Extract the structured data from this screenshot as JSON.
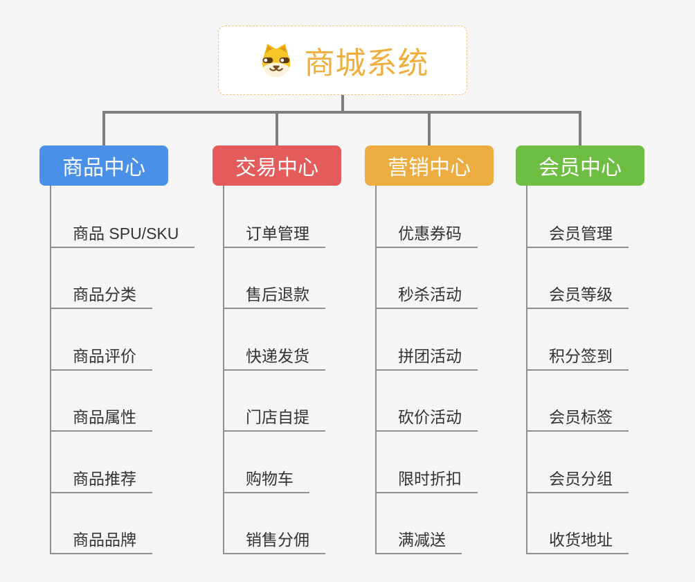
{
  "root": {
    "title": "商城系统",
    "icon": "dog-face-icon"
  },
  "branches": [
    {
      "label": "商品中心",
      "color": "#4a8fe8",
      "items": [
        "商品 SPU/SKU",
        "商品分类",
        "商品评价",
        "商品属性",
        "商品推荐",
        "商品品牌"
      ]
    },
    {
      "label": "交易中心",
      "color": "#e45b5b",
      "items": [
        "订单管理",
        "售后退款",
        "快递发货",
        "门店自提",
        "购物车",
        "销售分佣"
      ]
    },
    {
      "label": "营销中心",
      "color": "#ecac40",
      "items": [
        "优惠券码",
        "秒杀活动",
        "拼团活动",
        "砍价活动",
        "限时折扣",
        "满减送"
      ]
    },
    {
      "label": "会员中心",
      "color": "#6fbe44",
      "items": [
        "会员管理",
        "会员等级",
        "积分签到",
        "会员标签",
        "会员分组",
        "收货地址"
      ]
    }
  ],
  "colors": {
    "background": "#f5f5f6",
    "root_text": "#efae3e",
    "root_border": "#f2c478",
    "connector": "#7e7e7e",
    "item_underline": "#8f8f8f",
    "item_text": "#333333"
  }
}
